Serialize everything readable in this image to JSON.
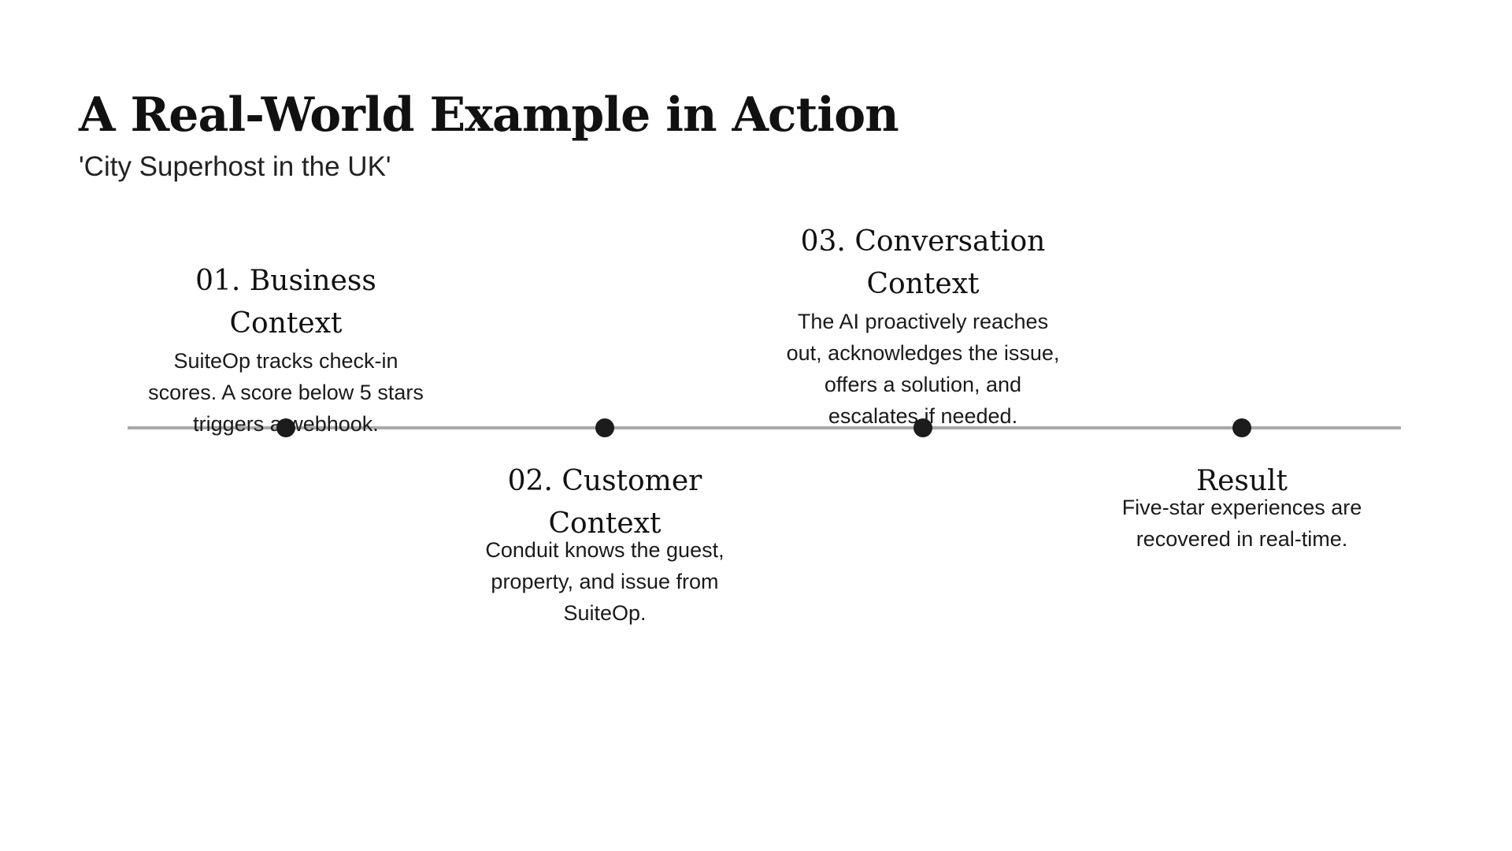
{
  "title": "A Real-World Example in Action",
  "subtitle": "'City Superhost in the UK'",
  "steps": [
    {
      "title": "01. Business Context",
      "text": "SuiteOp tracks check-in scores. A score below 5 stars triggers a webhook."
    },
    {
      "title": "02. Customer Context",
      "text": "Conduit knows the guest, property, and issue from SuiteOp."
    },
    {
      "title": "03. Conversation Context",
      "text": "The AI proactively reaches out, acknowledges the issue, offers a solution, and escalates if needed."
    },
    {
      "title": "Result",
      "text": "Five-star experiences are recovered in real-time."
    }
  ],
  "colors": {
    "line": "#a9a9a9",
    "dot": "#1c1c1c",
    "text": "#111111"
  }
}
